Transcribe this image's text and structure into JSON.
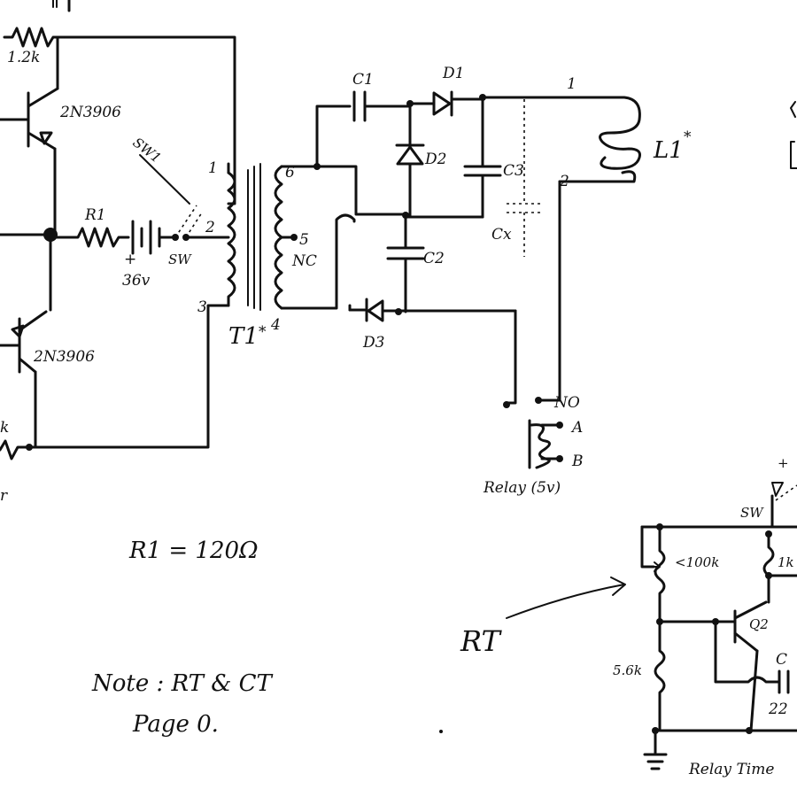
{
  "labels": {
    "r_top": "1.2k",
    "q_top": "2N3906",
    "q_bottom": "2N3906",
    "sw1": "SW1",
    "r1": "R1",
    "battery": "36v",
    "sw": "SW",
    "pin1": "1",
    "pin2": "2",
    "pin3": "3",
    "pin4": "4",
    "pin5": "5",
    "pin6": "6",
    "nc": "NC",
    "t1": "T1",
    "t1_star": "*",
    "c1": "C1",
    "d1": "D1",
    "d2": "D2",
    "c3": "C3",
    "cx": "Cx",
    "c2": "C2",
    "d3": "D3",
    "l1": "L1",
    "l1_star": "*",
    "l1_pin1": "1",
    "l1_pin2": "2",
    "no": "NO",
    "relay_a": "A",
    "relay_b": "B",
    "relay": "Relay (5v)",
    "r_bottom": "k",
    "r1_value": "R1 = 120Ω",
    "note_line1": "Note : RT & CT",
    "note_line2": "Page 0.",
    "rt_label": "RT",
    "r_100k": "<100k",
    "r_5k6": "5.6k",
    "r_1k": "1k",
    "q2": "Q2",
    "sw_timer": "SW",
    "plus": "+",
    "c_part": "C",
    "c_value": "22",
    "relay_timer": "Relay Time"
  }
}
